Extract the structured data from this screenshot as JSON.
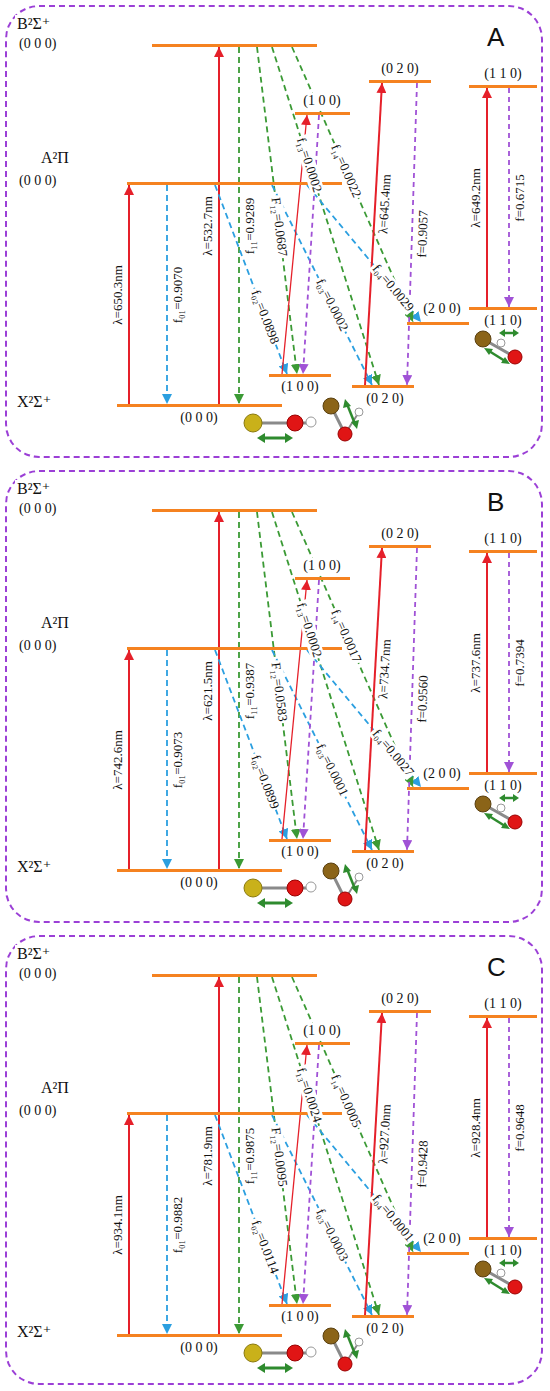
{
  "diagram": {
    "nodes": [
      {
        "text": [
          "A"
        ]
      },
      {
        "text": [
          "B²Σ⁺",
          "(0 0 0)"
        ],
        "in": 0
      },
      {
        "text": [
          "A²Π",
          "(0 0 0)"
        ],
        "in": 0
      },
      {
        "text": [
          "X²Σ⁺",
          "(0 0 0)"
        ],
        "in": 0
      },
      {
        "text": [
          "(1 0 0)"
        ],
        "in": 0
      },
      {
        "text": [
          "(0 2 0)"
        ],
        "in": 0
      },
      {
        "text": [
          "(2 0 0)"
        ],
        "in": 0
      },
      {
        "text": [
          "(1 0 0)"
        ],
        "in": 0
      },
      {
        "text": [
          "(0 2 0)"
        ],
        "in": 0
      },
      {
        "text": [
          "(1 1 0)"
        ],
        "in": 0
      },
      {
        "text": [
          "(1 1 0)"
        ],
        "in": 0
      },
      {
        "text": [
          "B"
        ]
      },
      {
        "text": [
          "B²Σ⁺",
          "(0 0 0)"
        ],
        "in": 11
      },
      {
        "text": [
          "A²Π",
          "(0 0 0)"
        ],
        "in": 11
      },
      {
        "text": [
          "X²Σ⁺",
          "(0 0 0)"
        ],
        "in": 11
      },
      {
        "text": [
          "(1 0 0)"
        ],
        "in": 11
      },
      {
        "text": [
          "(0 2 0)"
        ],
        "in": 11
      },
      {
        "text": [
          "(2 0 0)"
        ],
        "in": 11
      },
      {
        "text": [
          "(1 0 0)"
        ],
        "in": 11
      },
      {
        "text": [
          "(0 2 0)"
        ],
        "in": 11
      },
      {
        "text": [
          "(1 1 0)"
        ],
        "in": 11
      },
      {
        "text": [
          "(1 1 0)"
        ],
        "in": 11
      },
      {
        "text": [
          "C"
        ]
      },
      {
        "text": [
          "B²Σ⁺",
          "(0 0 0)"
        ],
        "in": 22
      },
      {
        "text": [
          "A²Π",
          "(0 0 0)"
        ],
        "in": 22
      },
      {
        "text": [
          "X²Σ⁺",
          "(0 0 0)"
        ],
        "in": 22
      },
      {
        "text": [
          "(1 0 0)"
        ],
        "in": 22
      },
      {
        "text": [
          "(0 2 0)"
        ],
        "in": 22
      },
      {
        "text": [
          "(2 0 0)"
        ],
        "in": 22
      },
      {
        "text": [
          "(1 0 0)"
        ],
        "in": 22
      },
      {
        "text": [
          "(0 2 0)"
        ],
        "in": 22
      },
      {
        "text": [
          "(1 1 0)"
        ],
        "in": 22
      },
      {
        "text": [
          "(1 1 0)"
        ],
        "in": 22
      }
    ],
    "edges": [
      {
        "from": 3,
        "to": 2,
        "arrow": "to",
        "label": "λ=650.3nm"
      },
      {
        "from": 2,
        "to": 3,
        "arrow": "to",
        "label": "f₀₁=0.9070"
      },
      {
        "from": 3,
        "to": 1,
        "arrow": "to",
        "label": "λ=532.7nm"
      },
      {
        "from": 1,
        "to": 3,
        "arrow": "to",
        "label": "f₁₁=0.9289"
      },
      {
        "from": 2,
        "to": 4,
        "arrow": "to",
        "label": "f₀₂=0.0898"
      },
      {
        "from": 1,
        "to": 4,
        "arrow": "to",
        "label": "F₁₂=0.0687"
      },
      {
        "from": 2,
        "to": 5,
        "arrow": "to",
        "label": "f₀₃=0.0002"
      },
      {
        "from": 1,
        "to": 5,
        "arrow": "to",
        "label": "f₁₃=0.0002"
      },
      {
        "from": 2,
        "to": 6,
        "arrow": "to",
        "label": "f₀₄=0.0029"
      },
      {
        "from": 1,
        "to": 6,
        "arrow": "to",
        "label": "f₁₄=0.0022"
      },
      {
        "from": 4,
        "to": 7,
        "arrow": "to"
      },
      {
        "from": 7,
        "to": 4,
        "arrow": "to"
      },
      {
        "from": 5,
        "to": 8,
        "arrow": "to",
        "label": "λ=645.4nm"
      },
      {
        "from": 8,
        "to": 5,
        "arrow": "to",
        "label": "f=0.9057"
      },
      {
        "from": 10,
        "to": 9,
        "arrow": "to",
        "label": "λ=649.2nm"
      },
      {
        "from": 9,
        "to": 10,
        "arrow": "to",
        "label": "f=0.6715"
      },
      {
        "from": 14,
        "to": 13,
        "arrow": "to",
        "label": "λ=742.6nm"
      },
      {
        "from": 13,
        "to": 14,
        "arrow": "to",
        "label": "f₀₁=0.9073"
      },
      {
        "from": 14,
        "to": 12,
        "arrow": "to",
        "label": "λ=621.5nm"
      },
      {
        "from": 12,
        "to": 14,
        "arrow": "to",
        "label": "f₁₁=0.9387"
      },
      {
        "from": 13,
        "to": 15,
        "arrow": "to",
        "label": "f₀₂=0.0899"
      },
      {
        "from": 12,
        "to": 15,
        "arrow": "to",
        "label": "F₁₂=0.0583"
      },
      {
        "from": 13,
        "to": 16,
        "arrow": "to",
        "label": "f₀₃=0.0001"
      },
      {
        "from": 12,
        "to": 16,
        "arrow": "to",
        "label": "f₁₃=0.0002"
      },
      {
        "from": 13,
        "to": 17,
        "arrow": "to",
        "label": "f₀₄=0.0027"
      },
      {
        "from": 12,
        "to": 17,
        "arrow": "to",
        "label": "f₁₄=0.0017"
      },
      {
        "from": 15,
        "to": 18,
        "arrow": "to"
      },
      {
        "from": 18,
        "to": 15,
        "arrow": "to"
      },
      {
        "from": 16,
        "to": 19,
        "arrow": "to",
        "label": "λ=734.7nm"
      },
      {
        "from": 19,
        "to": 16,
        "arrow": "to",
        "label": "f=0.9560"
      },
      {
        "from": 21,
        "to": 20,
        "arrow": "to",
        "label": "λ=737.6nm"
      },
      {
        "from": 20,
        "to": 21,
        "arrow": "to",
        "label": "f=0.7394"
      },
      {
        "from": 25,
        "to": 24,
        "arrow": "to",
        "label": "λ=934.1nm"
      },
      {
        "from": 24,
        "to": 25,
        "arrow": "to",
        "label": "f₀₁=0.9882"
      },
      {
        "from": 25,
        "to": 23,
        "arrow": "to",
        "label": "λ=781.9nm"
      },
      {
        "from": 23,
        "to": 25,
        "arrow": "to",
        "label": "f₁₁=0.9875"
      },
      {
        "from": 24,
        "to": 26,
        "arrow": "to",
        "label": "f₀₂=0.0114"
      },
      {
        "from": 23,
        "to": 26,
        "arrow": "to",
        "label": "F₁₂=0.0095"
      },
      {
        "from": 24,
        "to": 27,
        "arrow": "to",
        "label": "f₀₃=0.0003"
      },
      {
        "from": 23,
        "to": 27,
        "arrow": "to",
        "label": "f₁₃=0.0024"
      },
      {
        "from": 24,
        "to": 28,
        "arrow": "to",
        "label": "f₀₄=0.0001"
      },
      {
        "from": 23,
        "to": 28,
        "arrow": "to",
        "label": "f₁₄=0.0005"
      },
      {
        "from": 26,
        "to": 29,
        "arrow": "to"
      },
      {
        "from": 29,
        "to": 26,
        "arrow": "to"
      },
      {
        "from": 27,
        "to": 30,
        "arrow": "to",
        "label": "λ=927.0nm"
      },
      {
        "from": 30,
        "to": 27,
        "arrow": "to",
        "label": "f=0.9428"
      },
      {
        "from": 32,
        "to": 31,
        "arrow": "to",
        "label": "λ=928.4nm"
      },
      {
        "from": 31,
        "to": 32,
        "arrow": "to",
        "label": "f=0.9648"
      }
    ]
  }
}
